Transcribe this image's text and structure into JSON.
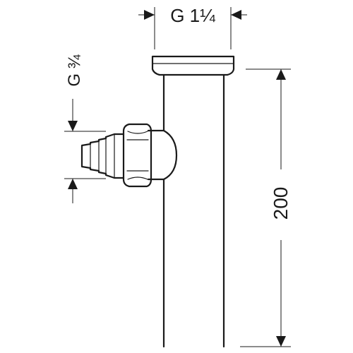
{
  "drawing": {
    "top_thread_label": "G 1¼",
    "side_thread_label": "G ¾",
    "length_label": "200"
  }
}
